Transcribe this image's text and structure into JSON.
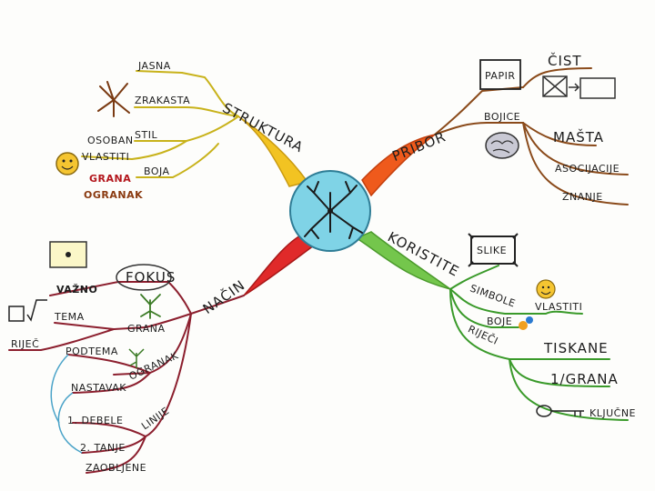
{
  "center": {
    "icon": "tree-network-icon"
  },
  "branches": {
    "struktura": {
      "label": "STRUKTURA",
      "color": "#e9c21c",
      "items": {
        "jasna": "JASNA",
        "zrakasta": "ZRAKASTA",
        "stil": "STIL",
        "osoban": "OSOBAN",
        "vlastiti": "VLASTITI",
        "boja": "BOJA",
        "grana": "GRANA",
        "ogranak": "OGRANAK"
      }
    },
    "pribor": {
      "label": "PRIBOR",
      "color": "#e8501a",
      "items": {
        "papir": "PAPIR",
        "cist": "ČIST",
        "bojice": "BOJICE",
        "masta": "MAŠTA",
        "asocijacije": "ASOCIJACIJE",
        "znanje": "ZNANJE"
      }
    },
    "nacin": {
      "label": "NAČIN",
      "color": "#d8232a",
      "items": {
        "fokus": "FOKUS",
        "vazno": "VAŽNO",
        "tema": "TEMA",
        "rijec": "RIJEČ",
        "grana": "GRANA",
        "podtema": "PODTEMA",
        "ogranak": "OGRANAK",
        "nastavak": "NASTAVAK",
        "debele": "1. DEBELE",
        "linije": "LINIJE",
        "tanje": "2. TANJE",
        "zaobljene": "ZAOBLJENE"
      }
    },
    "koristite": {
      "label": "KORISTITE",
      "color": "#6cc04a",
      "items": {
        "slike": "SLIKE",
        "simbole": "SIMBOLE",
        "vlastiti": "VLASTITI",
        "boje": "BOJE",
        "rijeci": "RIJEČI",
        "tiskane": "TISKANE",
        "jedna_grana": "1/GRANA",
        "kljucne": "KLJUČNE"
      }
    }
  }
}
